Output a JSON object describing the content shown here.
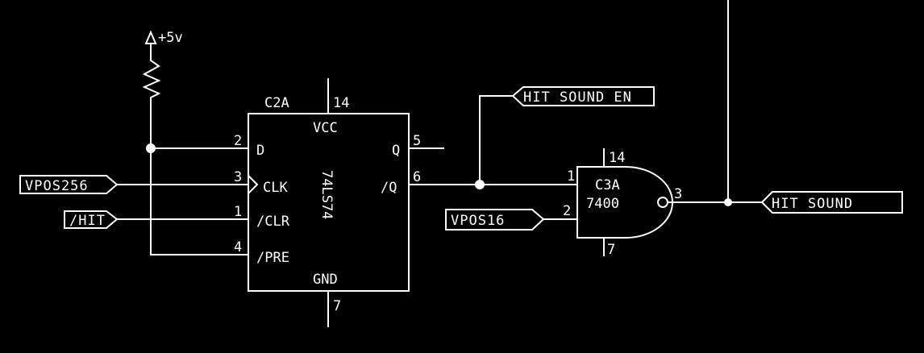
{
  "power": {
    "label": "+5v"
  },
  "flipflop": {
    "ref": "C2A",
    "part": "74LS74",
    "vcc_pin": "14",
    "vcc_label": "VCC",
    "gnd_pin": "7",
    "gnd_label": "GND",
    "pins": {
      "d": {
        "num": "2",
        "name": "D"
      },
      "clk": {
        "num": "3",
        "name": "CLK"
      },
      "clr": {
        "num": "1",
        "name": "/CLR"
      },
      "pre": {
        "num": "4",
        "name": "/PRE"
      },
      "q": {
        "num": "5",
        "name": "Q"
      },
      "qn": {
        "num": "6",
        "name": "/Q"
      }
    }
  },
  "gate": {
    "ref": "C3A",
    "part": "7400",
    "vcc_pin": "14",
    "gnd_pin": "7",
    "in1_pin": "1",
    "in2_pin": "2",
    "out_pin": "3"
  },
  "ports": {
    "vpos256": "VPOS256",
    "hit": "/HIT",
    "vpos16": "VPOS16",
    "hit_sound_en": "HIT SOUND EN",
    "hit_sound": "HIT SOUND"
  },
  "colors": {
    "background": "#000000",
    "ink": "#ffffff"
  }
}
